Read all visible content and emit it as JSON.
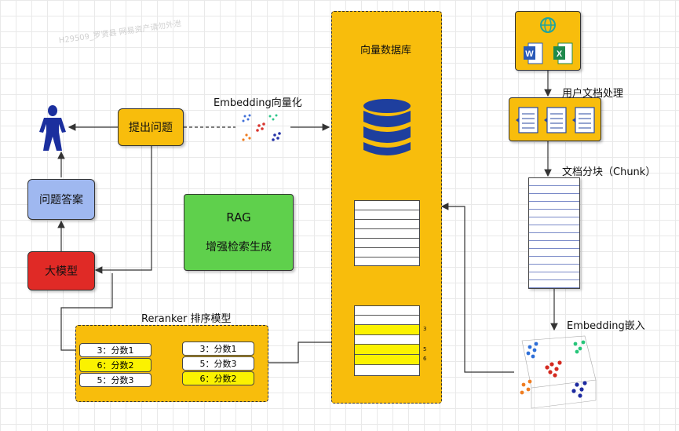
{
  "nodes": {
    "ask_question": "提出问题",
    "answer": "问题答案",
    "llm": "大模型",
    "rag_title": "RAG",
    "rag_subtitle": "增强检索生成",
    "vector_db": "向量数据库"
  },
  "labels": {
    "embedding_vectorize": "Embedding向量化",
    "user_doc_processing": "用户文档处理",
    "doc_chunk": "文档分块（Chunk）",
    "embedding_insert": "Embedding嵌入",
    "reranker": "Reranker 排序模型",
    "watermark": "H29509_罗贤县 网易资产请勿外泄"
  },
  "reranker": {
    "before": [
      "3：分数1",
      "5：分数3",
      "6：分数2"
    ],
    "after": [
      "3：分数1",
      "6：分数2",
      "5：分数3"
    ]
  },
  "retrieved_markers": [
    "3",
    "5",
    "6"
  ],
  "colors": {
    "orange": "#f8bd0c",
    "blue_box": "#9fb8f0",
    "red_box": "#e02a26",
    "green_box": "#5fd04c",
    "yellow_highlight": "#fbf200",
    "user_icon": "#1b2f9e",
    "db_icon": "#1e3f9e"
  },
  "icons": {
    "user": "person-icon",
    "word": "word-file-icon",
    "excel": "excel-file-icon",
    "globe": "globe-icon",
    "database": "database-icon"
  }
}
